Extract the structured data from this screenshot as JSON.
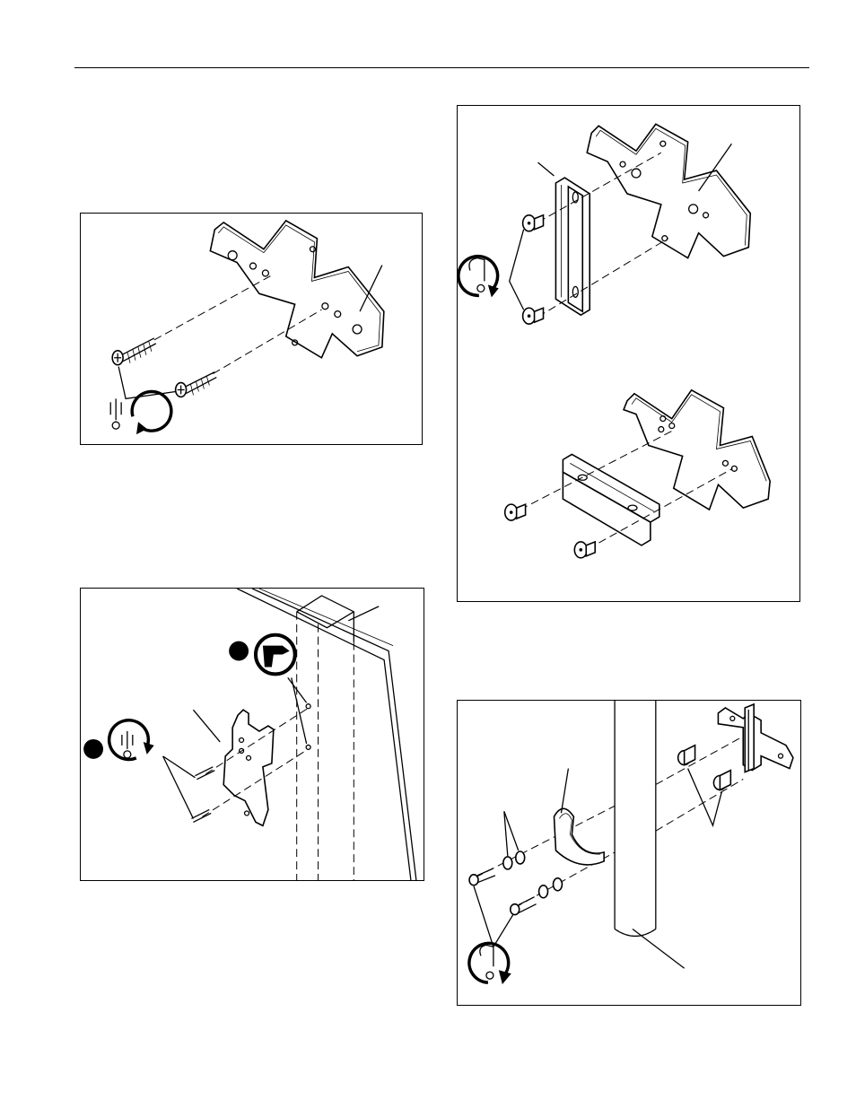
{
  "page": {
    "figures": [
      {
        "id": "fig-top-left",
        "content": "adapter-plate-wood-screws"
      },
      {
        "id": "fig-top-right",
        "content": "plate-channel-bolts-vertical-horizontal"
      },
      {
        "id": "fig-bottom-left",
        "content": "wall-stud-pilot-holes"
      },
      {
        "id": "fig-bottom-right",
        "content": "pole-clamp-spacers"
      }
    ]
  }
}
